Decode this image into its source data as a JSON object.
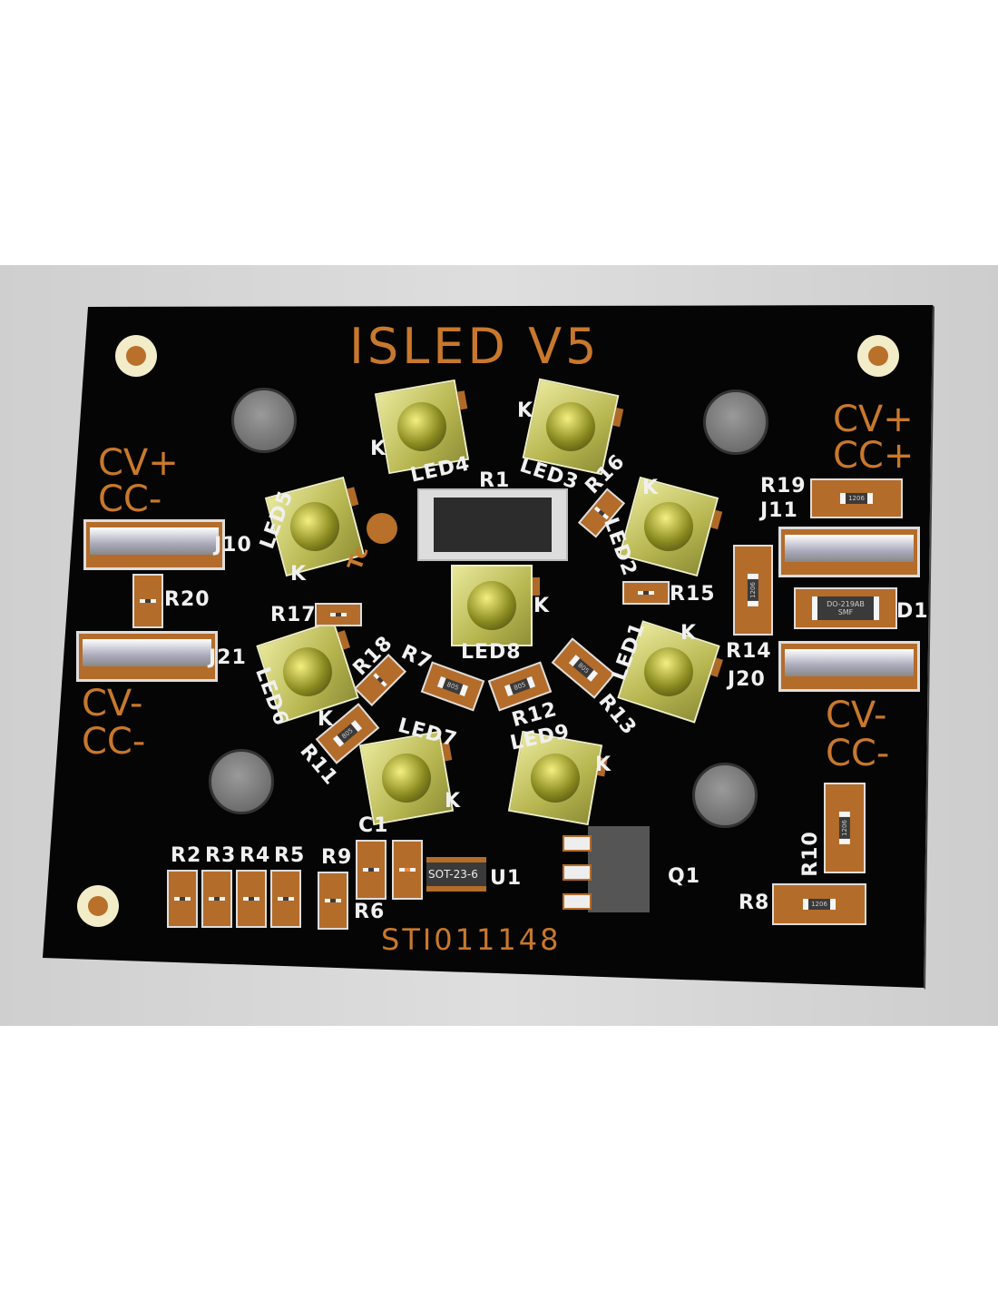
{
  "title": "ISLED V5",
  "board_id": "STI011148",
  "power_labels": {
    "left_top": [
      "CV+",
      "CC-"
    ],
    "left_bottom": [
      "CV-",
      "CC-"
    ],
    "right_top": [
      "CV+",
      "CC+"
    ],
    "right_bottom": [
      "CV-",
      "CC-"
    ]
  },
  "leds": {
    "led1": "LED1",
    "led2": "LED2",
    "led3": "LED3",
    "led4": "LED4",
    "led5": "LED5",
    "led6": "LED6",
    "led7": "LED7",
    "led8": "LED8",
    "led9": "LED9",
    "cathode": "K"
  },
  "refs": {
    "R1": "R1",
    "R2": "R2",
    "R3": "R3",
    "R4": "R4",
    "R5": "R5",
    "R6": "R6",
    "R7": "R7",
    "R8": "R8",
    "R9": "R9",
    "R10": "R10",
    "R11": "R11",
    "R12": "R12",
    "R13": "R13",
    "R14": "R14",
    "R15": "R15",
    "R16": "R16",
    "R17": "R17",
    "R18": "R18",
    "R19": "R19",
    "R20": "R20",
    "C1": "C1",
    "U1": "U1",
    "Q1": "Q1",
    "D1": "D1",
    "J10": "J10",
    "J11": "J11",
    "J20": "J20",
    "J21": "J21",
    "Tc": "Tc"
  },
  "packages": {
    "p805": "805",
    "p1206": "1206",
    "sot": "SOT-23-6",
    "diode": "DO-219AB",
    "diode2": "SMF"
  },
  "colors": {
    "board": "#050505",
    "silk_orange": "#c8782c",
    "silk_white": "#f0f0f0",
    "background": "#d6d6d6"
  }
}
